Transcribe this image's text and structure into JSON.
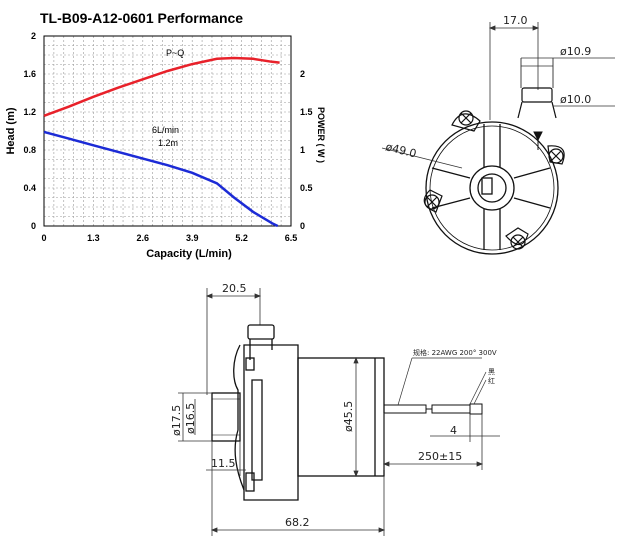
{
  "chart_data": {
    "type": "line",
    "title": "TL-B09-A12-0601 Performance",
    "xlabel": "Capacity (L/min)",
    "ylabel": "Head (m)",
    "y2label": "POWER ( W )",
    "x_ticks": [
      "0",
      "1.3",
      "2.6",
      "3.9",
      "5.2",
      "6.5"
    ],
    "y_ticks": [
      "0",
      "0.4",
      "0.8",
      "1.2",
      "1.6",
      "2"
    ],
    "y2_ticks": [
      "0",
      "0.5",
      "1",
      "1.5",
      "2"
    ],
    "xlim": [
      0,
      6.5
    ],
    "ylim": [
      0,
      2
    ],
    "y2lim": [
      0,
      2.5
    ],
    "grid": true,
    "annotations": [
      "P~Q",
      "6L/min",
      "1.2m"
    ],
    "series": [
      {
        "name": "",
        "axis": "power",
        "color": "#e8212a",
        "x": [
          0,
          0.65,
          1.3,
          1.95,
          2.6,
          3.25,
          3.9,
          4.55,
          5.0,
          5.5,
          6.0,
          6.2
        ],
        "y": [
          1.45,
          1.57,
          1.7,
          1.82,
          1.93,
          2.04,
          2.13,
          2.2,
          2.21,
          2.2,
          2.16,
          2.15
        ]
      },
      {
        "name": "",
        "axis": "head",
        "color": "#1c2bd6",
        "x": [
          0,
          0.65,
          1.3,
          1.95,
          2.6,
          3.25,
          3.9,
          4.55,
          5.0,
          5.5,
          6.0,
          6.15
        ],
        "y": [
          0.99,
          0.92,
          0.85,
          0.78,
          0.71,
          0.64,
          0.56,
          0.45,
          0.3,
          0.15,
          0.03,
          0
        ]
      }
    ]
  },
  "drawing": {
    "front": {
      "dim_width": "17.0",
      "dim_outlet_outer": "ø10.9",
      "dim_outlet_inner": "ø10.0",
      "dim_body": "ø49.0"
    },
    "side": {
      "dim_offset": "20.5",
      "dim_inlet_outer": "ø17.5",
      "dim_inlet_inner": "ø16.5",
      "dim_motor": "ø45.5",
      "dim_inlet_length": "11.5",
      "dim_total_length": "68.2",
      "dim_cable_length": "250±15",
      "dim_strip": "4",
      "cable_spec": "规格: 22AWG 200° 300V",
      "wire_black": "黑",
      "wire_red": "红"
    }
  }
}
